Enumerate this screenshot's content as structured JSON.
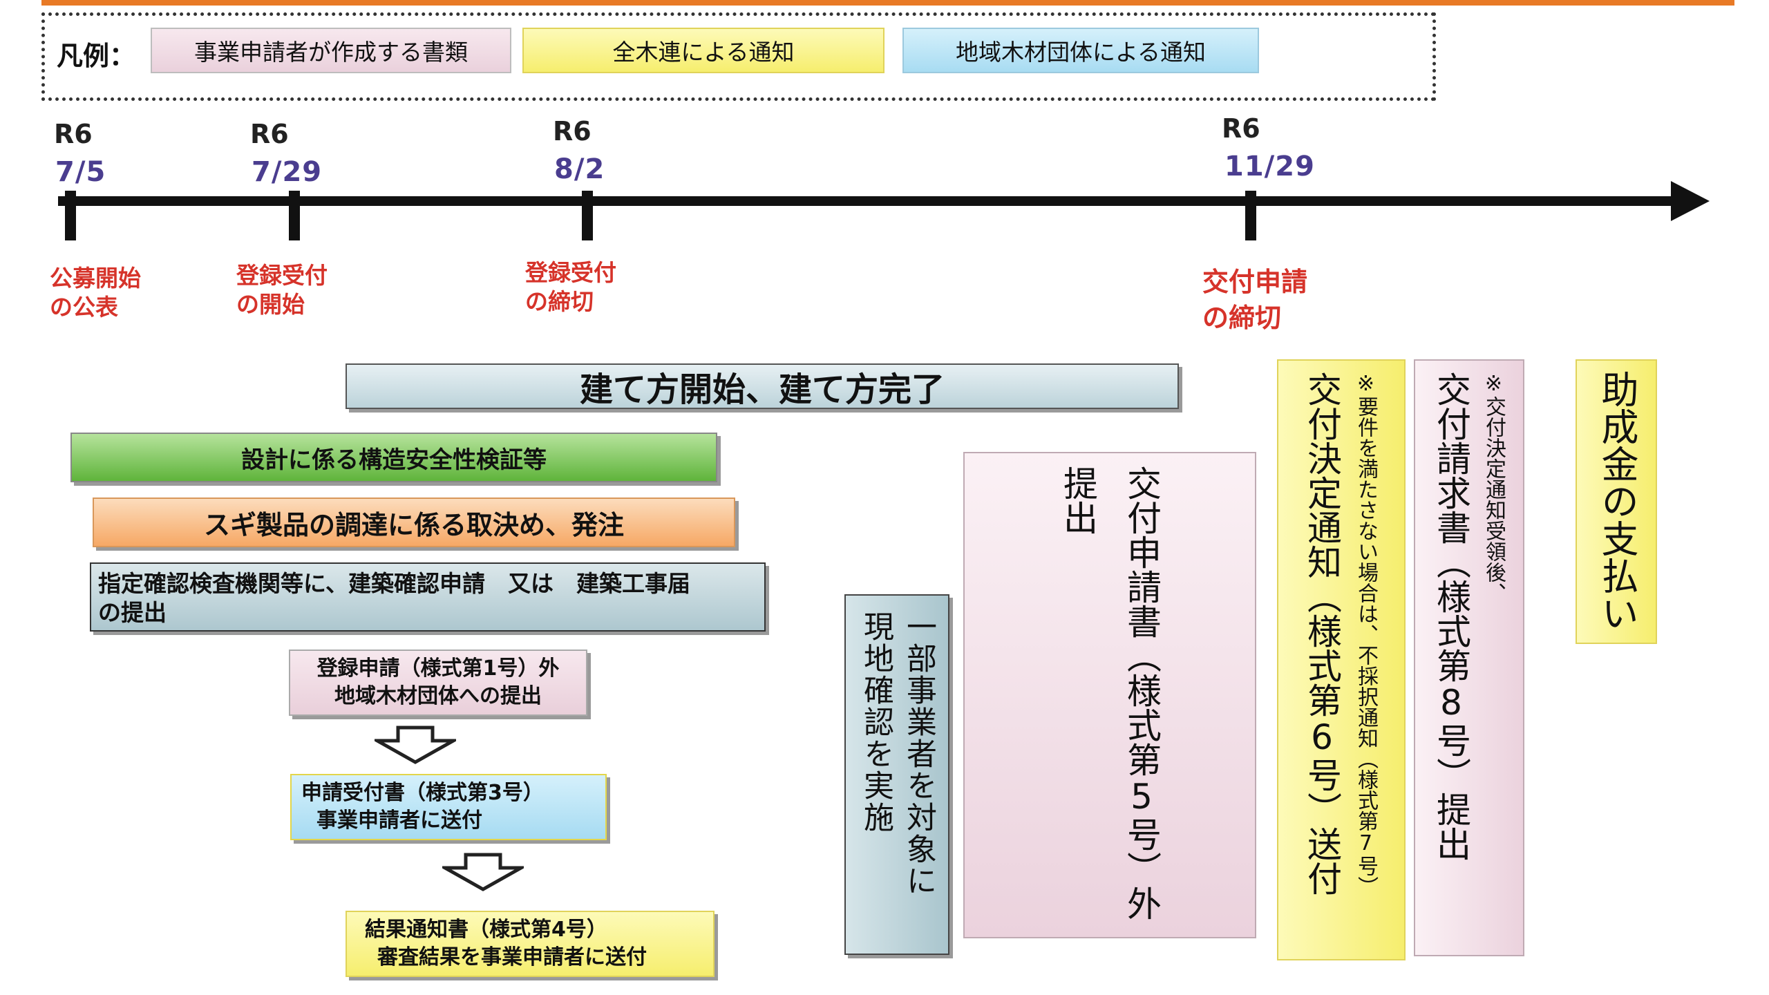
{
  "legend": {
    "title": "凡例：",
    "items": [
      {
        "label": "事業申請者が作成する書類",
        "color": "#f3dde6"
      },
      {
        "label": "全木連による通知",
        "color": "#fbf59b"
      },
      {
        "label": "地域木材団体による通知",
        "color": "#bde6f6"
      }
    ]
  },
  "timeline": {
    "milestones": [
      {
        "year": "R6",
        "date": "7/5",
        "event_line1": "公募開始",
        "event_line2": "の公表"
      },
      {
        "year": "R6",
        "date": "7/29",
        "event_line1": "登録受付",
        "event_line2": "の開始"
      },
      {
        "year": "R6",
        "date": "8/2",
        "event_line1": "登録受付",
        "event_line2": "の締切"
      },
      {
        "year": "R6",
        "date": "11/29",
        "event_line1": "交付申請",
        "event_line2": "の締切"
      }
    ]
  },
  "boxes": {
    "construction": "建て方開始、建て方完了",
    "design": "設計に係る構造安全性検証等",
    "procurement": "スギ製品の調達に係る取決め、発注",
    "building_confirm_line1": "指定確認検査機関等に、建築確認申請　又は　建築工事届",
    "building_confirm_line2": "の提出",
    "registration_line1": "登録申請（様式第1号）外",
    "registration_line2": "地域木材団体への提出",
    "receipt_line1": "申請受付書（様式第3号）",
    "receipt_line2": "事業申請者に送付",
    "result_line1": "結果通知書（様式第4号）",
    "result_line2": "審査結果を事業申請者に送付",
    "site_check_col1": "一部事業者を対象に",
    "site_check_col2": "現地確認を実施",
    "grant_app_col1": "交付申請書（様式第5号）外",
    "grant_app_col2": "提出",
    "decision_col1": "※要件を満たさない場合は、不採択通知（様式第7号）",
    "decision_col2": "交付決定通知（様式第6号）送付",
    "claim_col1": "※交付決定通知受領後、",
    "claim_col2": "交付請求書（様式第8号）提出",
    "payment": "助成金の支払い"
  },
  "colors": {
    "accent_orange": "#e87a26",
    "date_purple": "#4a3d8f",
    "event_red": "#d6332a",
    "pink": "#f3dde6",
    "yellow": "#fbf59b",
    "blue": "#bde6f6",
    "green": "#6cbf45",
    "orange": "#f7b678",
    "steel": "#bfd5db"
  }
}
